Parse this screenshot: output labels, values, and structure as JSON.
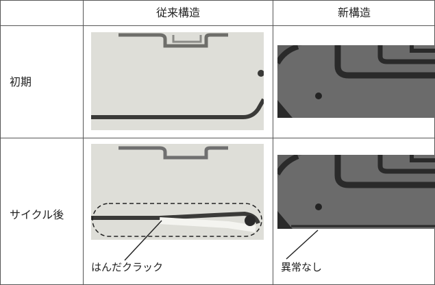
{
  "header": {
    "col_empty": "",
    "col_conventional": "従来構造",
    "col_new": "新構造"
  },
  "rows": [
    {
      "label": "初期"
    },
    {
      "label": "サイクル後"
    }
  ],
  "annotations": {
    "crack": "はんだクラック",
    "no_anomaly": "異常なし"
  },
  "colors": {
    "grid_line": "#555555",
    "conv_image_fill": "#e3e3de",
    "new_image_fill": "#5c5c5c",
    "trace_dark": "#2b2b2b"
  }
}
